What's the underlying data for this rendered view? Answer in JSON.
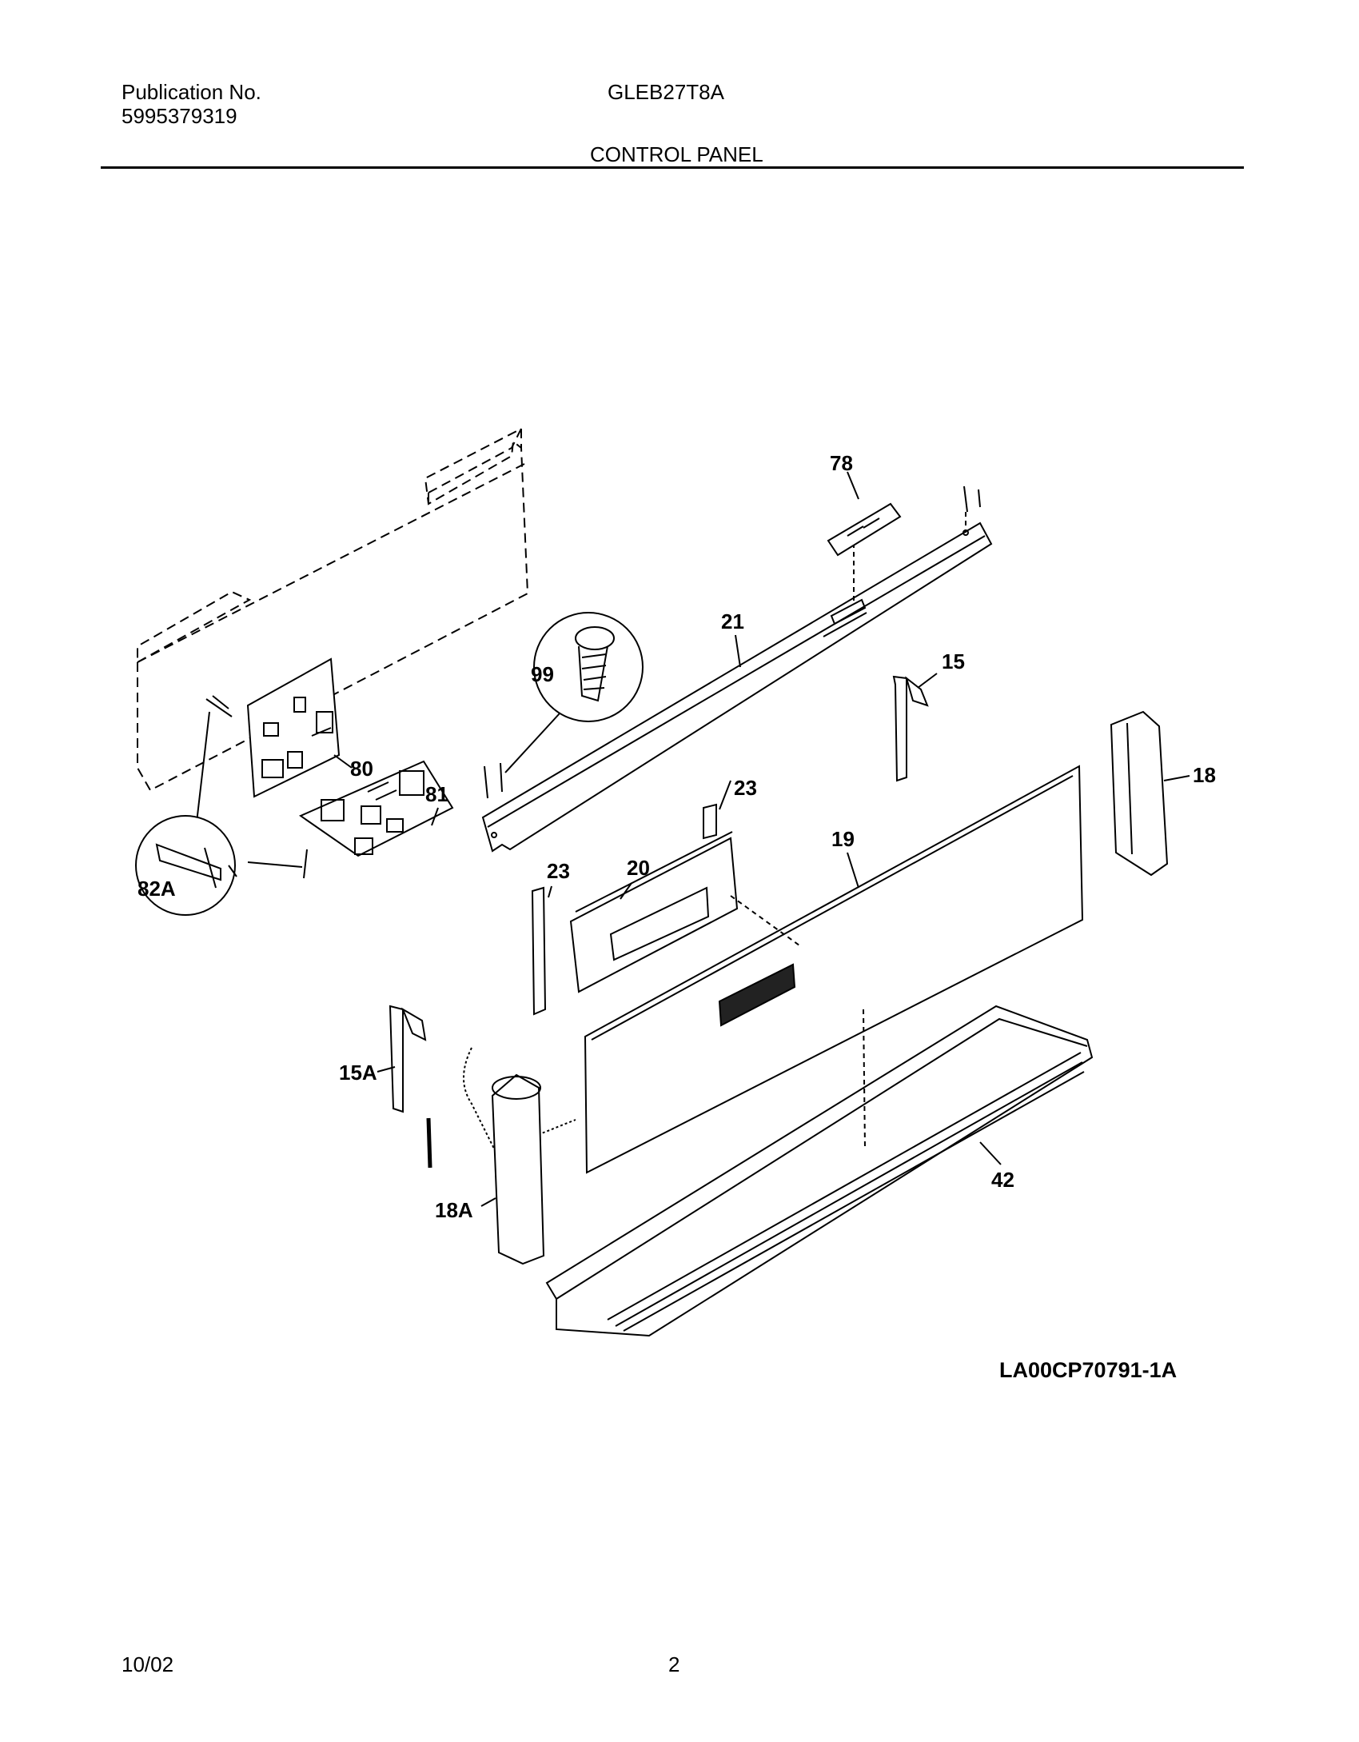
{
  "header": {
    "publication_label": "Publication No.",
    "publication_number": "5995379319",
    "model": "GLEB27T8A",
    "section_title": "CONTROL PANEL"
  },
  "diagram": {
    "drawing_code": "LA00CP70791-1A",
    "callouts": {
      "c78": "78",
      "c21": "21",
      "c15": "15",
      "c99": "99",
      "c80": "80",
      "c81": "81",
      "c23a": "23",
      "c23b": "23",
      "c20": "20",
      "c19": "19",
      "c18": "18",
      "c82a": "82A",
      "c15a": "15A",
      "c18a": "18A",
      "c42": "42"
    }
  },
  "footer": {
    "date": "10/02",
    "page": "2"
  }
}
